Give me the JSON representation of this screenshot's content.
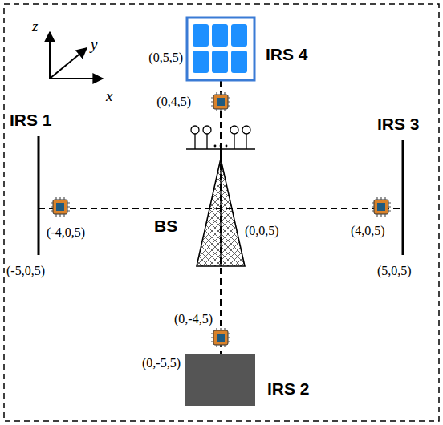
{
  "diagram": {
    "labels": [
      "z",
      "y",
      "x",
      "IRS 4",
      "(0,5,5)",
      "(0,4,5)",
      "IRS 1",
      "IRS 3",
      "(-4,0,5)",
      "BS",
      "(0,0,5)",
      "(4,0,5)",
      "(-5,0,5)",
      "(5,0,5)",
      "(0,-4,5)",
      "(0,-5,5)",
      "IRS 2"
    ]
  }
}
